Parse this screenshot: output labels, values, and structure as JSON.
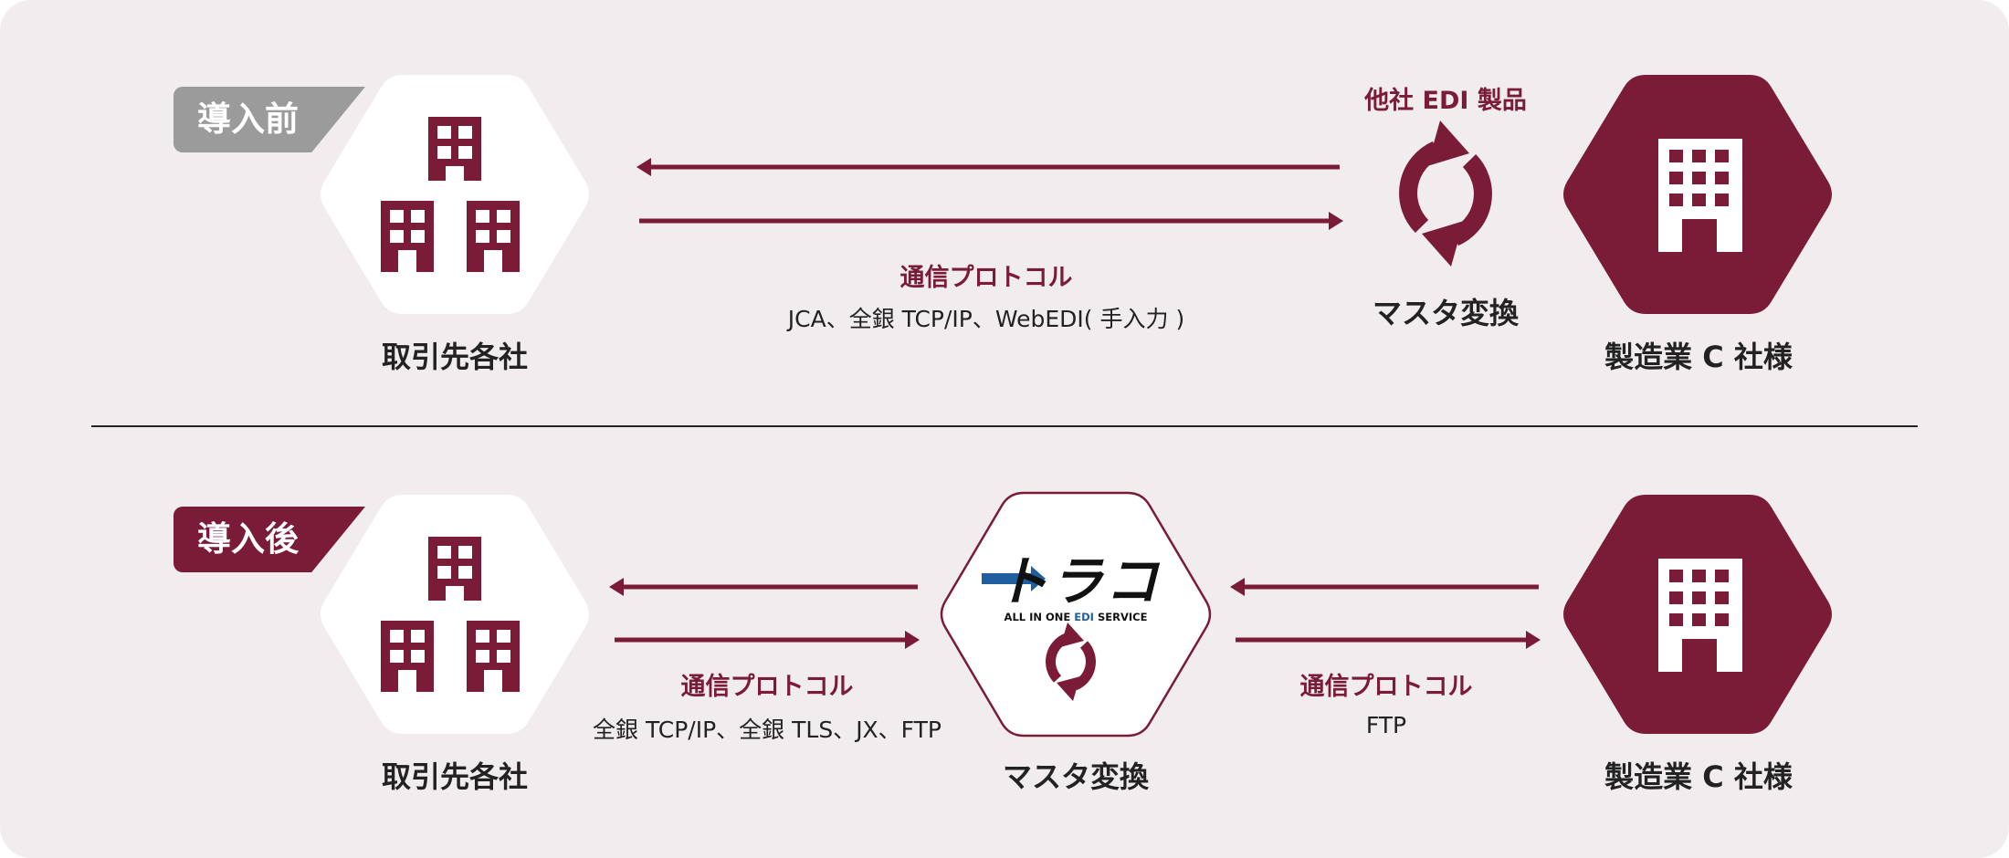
{
  "colors": {
    "brand": "#7a1b38",
    "before_tag": "#9b9b9b",
    "background": "#f1ecee"
  },
  "before": {
    "tag": "導入前",
    "left_company": "取引先各社",
    "right_company": "製造業 C 社様",
    "middle_product": "他社 EDI 製品",
    "middle_label": "マスタ変換",
    "protocol_title": "通信プロトコル",
    "protocol_list": "JCA、全銀 TCP/IP、WebEDI( 手入力 )"
  },
  "after": {
    "tag": "導入後",
    "left_company": "取引先各社",
    "right_company": "製造業 C 社様",
    "middle_label": "マスタ変換",
    "logo_text": "トラコ",
    "logo_tagline_pre": "ALL IN ONE ",
    "logo_tagline_edi": "EDI",
    "logo_tagline_post": " SERVICE",
    "left_protocol_title": "通信プロトコル",
    "left_protocol_list": "全銀 TCP/IP、全銀 TLS、JX、FTP",
    "right_protocol_title": "通信プロトコル",
    "right_protocol_list": "FTP"
  },
  "icons": [
    "building-group-icon",
    "building-icon",
    "sync-icon",
    "arrow-left-icon",
    "arrow-right-icon"
  ]
}
